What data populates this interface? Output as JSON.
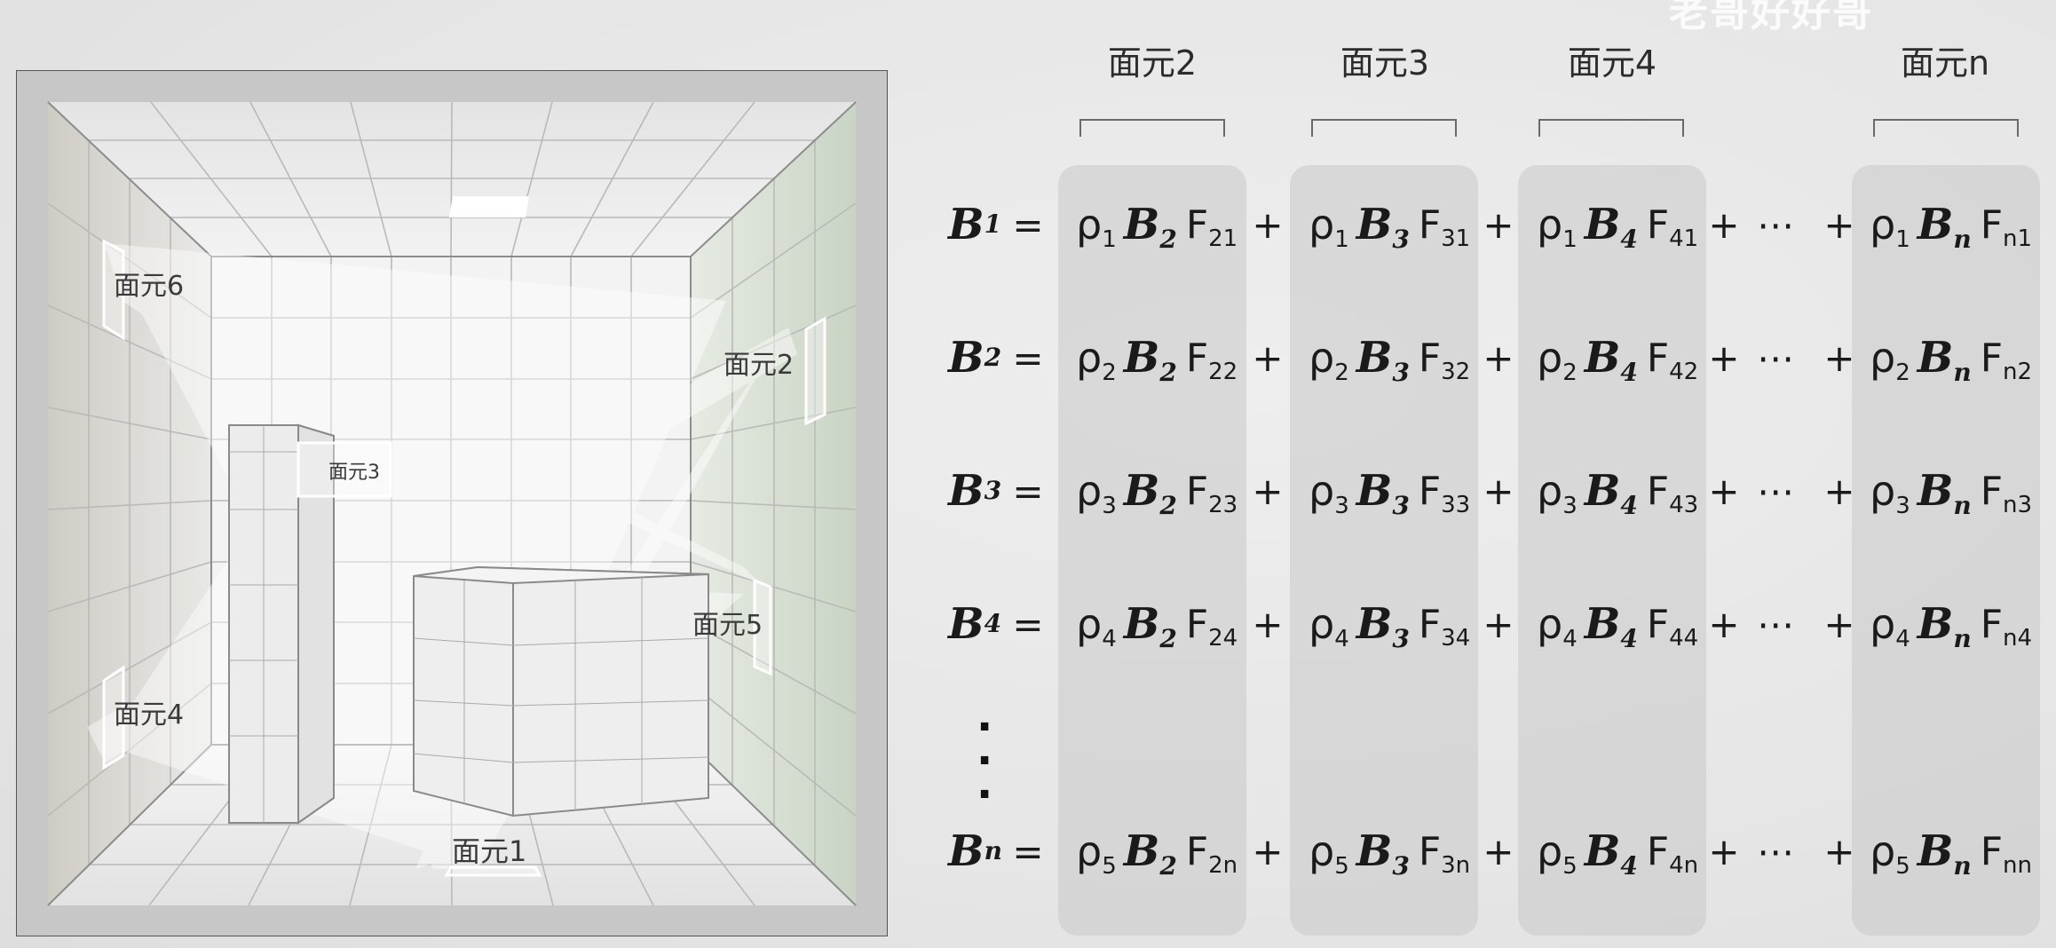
{
  "watermark": "老哥好好哥",
  "scene": {
    "labels": {
      "patch1": "面元1",
      "patch2": "面元2",
      "patch3": "面元3",
      "patch4": "面元4",
      "patch5": "面元5",
      "patch6": "面元6"
    }
  },
  "columns": [
    {
      "header": "面元2"
    },
    {
      "header": "面元3"
    },
    {
      "header": "面元4"
    },
    {
      "header": "面元n"
    }
  ],
  "equals": "=",
  "plus": "+",
  "ellipsis": "⋯",
  "rows": [
    {
      "lhs_b": "B",
      "lhs_sub": "1",
      "terms": [
        {
          "rho_sub": "1",
          "b_sub": "2",
          "f_sub": "21"
        },
        {
          "rho_sub": "1",
          "b_sub": "3",
          "f_sub": "31"
        },
        {
          "rho_sub": "1",
          "b_sub": "4",
          "f_sub": "41"
        },
        {
          "rho_sub": "1",
          "b_sub": "n",
          "f_sub": "n1"
        }
      ]
    },
    {
      "lhs_b": "B",
      "lhs_sub": "2",
      "terms": [
        {
          "rho_sub": "2",
          "b_sub": "2",
          "f_sub": "22"
        },
        {
          "rho_sub": "2",
          "b_sub": "3",
          "f_sub": "32"
        },
        {
          "rho_sub": "2",
          "b_sub": "4",
          "f_sub": "42"
        },
        {
          "rho_sub": "2",
          "b_sub": "n",
          "f_sub": "n2"
        }
      ]
    },
    {
      "lhs_b": "B",
      "lhs_sub": "3",
      "terms": [
        {
          "rho_sub": "3",
          "b_sub": "2",
          "f_sub": "23"
        },
        {
          "rho_sub": "3",
          "b_sub": "3",
          "f_sub": "33"
        },
        {
          "rho_sub": "3",
          "b_sub": "4",
          "f_sub": "43"
        },
        {
          "rho_sub": "3",
          "b_sub": "n",
          "f_sub": "n3"
        }
      ]
    },
    {
      "lhs_b": "B",
      "lhs_sub": "4",
      "terms": [
        {
          "rho_sub": "4",
          "b_sub": "2",
          "f_sub": "24"
        },
        {
          "rho_sub": "4",
          "b_sub": "3",
          "f_sub": "34"
        },
        {
          "rho_sub": "4",
          "b_sub": "4",
          "f_sub": "44"
        },
        {
          "rho_sub": "4",
          "b_sub": "n",
          "f_sub": "n4"
        }
      ]
    },
    {
      "lhs_b": "B",
      "lhs_sub": "n",
      "terms": [
        {
          "rho_sub": "5",
          "b_sub": "2",
          "f_sub": "2n"
        },
        {
          "rho_sub": "5",
          "b_sub": "3",
          "f_sub": "3n"
        },
        {
          "rho_sub": "5",
          "b_sub": "4",
          "f_sub": "4n"
        },
        {
          "rho_sub": "5",
          "b_sub": "n",
          "f_sub": "nn"
        }
      ]
    }
  ],
  "symbols": {
    "rho": "ρ",
    "b": "B",
    "f": "F"
  },
  "vdots": "·"
}
